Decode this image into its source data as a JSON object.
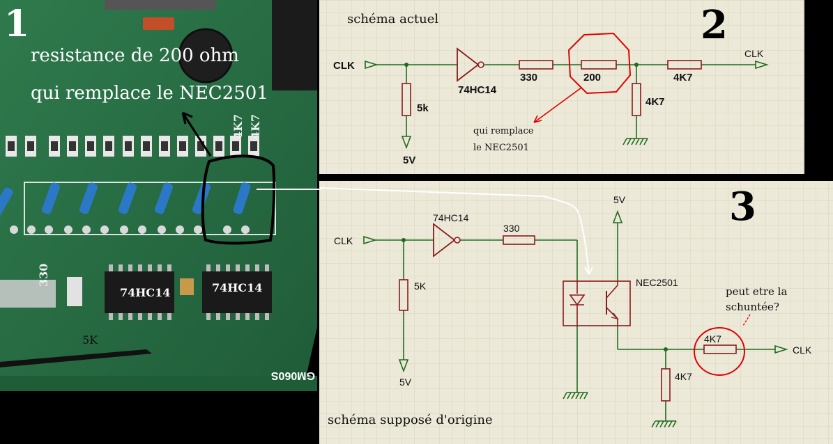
{
  "panel1": {
    "number": "1",
    "caption_line1": "resistance de 200 ohm",
    "caption_line2": "qui remplace le NEC2501",
    "pcb_labels": {
      "r4k7_a": "4K7",
      "r4k7_b": "4K7",
      "r330": "330",
      "ic1": "74HC14",
      "ic2": "74HC14",
      "r5k": "5K",
      "board_id": "GM060S"
    }
  },
  "panel2": {
    "number": "2",
    "title": "schéma actuel",
    "clk_in": "CLK",
    "clk_out": "CLK",
    "r_pulldown": "5k",
    "supply": "5V",
    "ic": "74HC14",
    "r_series": "330",
    "r_replacement": "200",
    "r_out": "4K7",
    "r_shunt": "4K7",
    "note_line1": "qui remplace",
    "note_line2": "le NEC2501"
  },
  "panel3": {
    "number": "3",
    "title": "schéma supposé d'origine",
    "clk_in": "CLK",
    "clk_out": "CLK",
    "supply_top": "5V",
    "ic": "74HC14",
    "r_series": "330",
    "r_pulldown": "5K",
    "supply_bottom": "5V",
    "optocoupler": "NEC2501",
    "r_out": "4K7",
    "r_shunt": "4K7",
    "note_line1": "peut etre la",
    "note_line2": "schuntée?"
  },
  "colors": {
    "schematic_bg": "#ece9d8",
    "grid": "#d6d2bd",
    "wire": "#1f6b1f",
    "component": "#8b1a1a",
    "annotation": "#e00000",
    "pcb_green": "#2e7d4f"
  }
}
